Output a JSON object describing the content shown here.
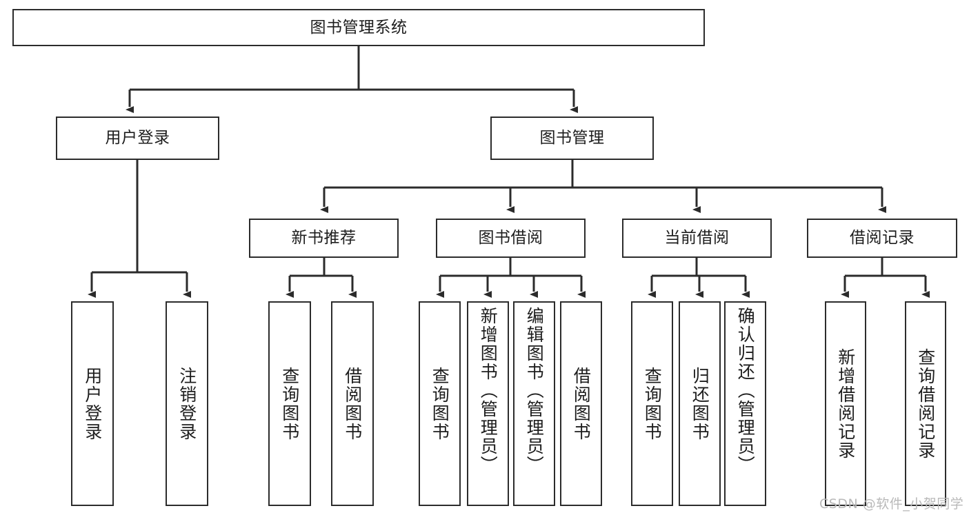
{
  "diagram": {
    "title": "图书管理系统",
    "type": "tree-hierarchy-diagram",
    "root": {
      "id": "root",
      "label": "图书管理系统"
    },
    "level2": [
      {
        "id": "n-user-login",
        "label": "用户登录"
      },
      {
        "id": "n-book-manage",
        "label": "图书管理"
      }
    ],
    "level3": [
      {
        "id": "n-new-book-rec",
        "label": "新书推荐"
      },
      {
        "id": "n-book-borrow",
        "label": "图书借阅"
      },
      {
        "id": "n-current-borrow",
        "label": "当前借阅"
      },
      {
        "id": "n-borrow-record",
        "label": "借阅记录"
      }
    ],
    "leaves": [
      {
        "id": "leaf-user-login",
        "label": "用户登录",
        "parent": "n-user-login"
      },
      {
        "id": "leaf-user-logout",
        "label": "注销登录",
        "parent": "n-user-login"
      },
      {
        "id": "leaf-rec-query",
        "label": "查询图书",
        "parent": "n-new-book-rec"
      },
      {
        "id": "leaf-rec-borrow",
        "label": "借阅图书",
        "parent": "n-new-book-rec"
      },
      {
        "id": "leaf-borrow-query",
        "label": "查询图书",
        "parent": "n-book-borrow"
      },
      {
        "id": "leaf-borrow-add",
        "label": "新增图书（管理员）",
        "parent": "n-book-borrow"
      },
      {
        "id": "leaf-borrow-edit",
        "label": "编辑图书（管理员）",
        "parent": "n-book-borrow"
      },
      {
        "id": "leaf-borrow-lend",
        "label": "借阅图书",
        "parent": "n-book-borrow"
      },
      {
        "id": "leaf-cur-query",
        "label": "查询图书",
        "parent": "n-current-borrow"
      },
      {
        "id": "leaf-cur-return",
        "label": "归还图书",
        "parent": "n-current-borrow"
      },
      {
        "id": "leaf-cur-confirm",
        "label": "确认归还（管理员）",
        "parent": "n-current-borrow"
      },
      {
        "id": "leaf-rec-add",
        "label": "新增借阅记录",
        "parent": "n-borrow-record"
      },
      {
        "id": "leaf-rec-query2",
        "label": "查询借阅记录",
        "parent": "n-borrow-record"
      }
    ]
  },
  "watermark": {
    "text": "CSDN @软件_小贺同学",
    "color": "#b9b9b9"
  },
  "style": {
    "box_border_color": "#2b2b2b",
    "box_fill": "#ffffff",
    "edge_color": "#2b2b2b",
    "text_color": "#1d1d1d",
    "background": "#ffffff"
  }
}
